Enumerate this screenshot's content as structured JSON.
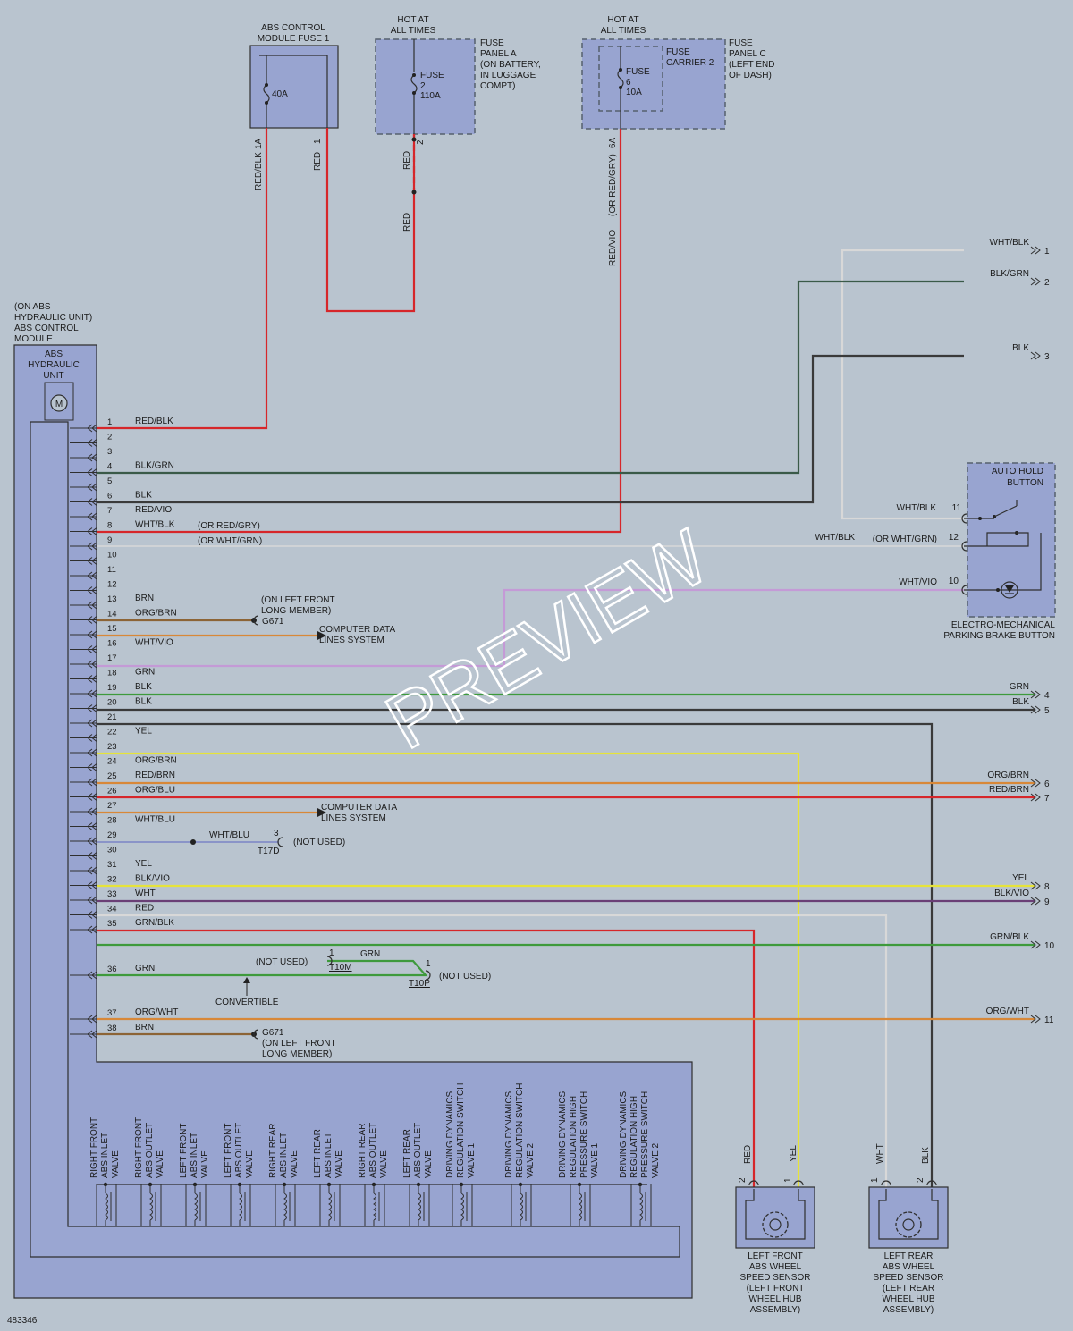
{
  "fuse_box_1": {
    "title_1": "ABS CONTROL",
    "title_2": "MODULE FUSE 1",
    "rating": "40A",
    "pin_left": "1A",
    "pin_right": "1",
    "wire_left": "RED/BLK",
    "wire_right": "RED"
  },
  "fuse_panel_a": {
    "hot_1": "HOT AT",
    "hot_2": "ALL TIMES",
    "fuse_1": "FUSE",
    "fuse_2": "2",
    "fuse_3": "110A",
    "label_1": "FUSE",
    "label_2": "PANEL A",
    "label_3": "(ON BATTERY,",
    "label_4": "IN LUGGAGE",
    "label_5": "COMPT)",
    "pin": "2",
    "wire_1": "RED",
    "wire_2": "RED"
  },
  "fuse_panel_c": {
    "hot_1": "HOT AT",
    "hot_2": "ALL TIMES",
    "carrier_1": "FUSE",
    "carrier_2": "CARRIER 2",
    "fuse_1": "FUSE",
    "fuse_2": "6",
    "fuse_3": "10A",
    "label_1": "FUSE",
    "label_2": "PANEL C",
    "label_3": "(LEFT END",
    "label_4": "OF DASH)",
    "pin": "6A",
    "wire": "RED/VIO",
    "wire_alt": "(OR RED/GRY)"
  },
  "module": {
    "label_1": "(ON ABS",
    "label_2": "HYDRAULIC UNIT)",
    "label_3": "ABS CONTROL",
    "label_4": "MODULE",
    "unit_1": "ABS",
    "unit_2": "HYDRAULIC",
    "unit_3": "UNIT",
    "motor": "M"
  },
  "pins": [
    {
      "n": "1",
      "c": "RED/BLK"
    },
    {
      "n": "2",
      "c": ""
    },
    {
      "n": "3",
      "c": ""
    },
    {
      "n": "4",
      "c": "BLK/GRN"
    },
    {
      "n": "5",
      "c": ""
    },
    {
      "n": "6",
      "c": "BLK"
    },
    {
      "n": "7",
      "c": "RED/VIO"
    },
    {
      "n": "8",
      "c": "WHT/BLK"
    },
    {
      "n": "9",
      "c": ""
    },
    {
      "n": "10",
      "c": ""
    },
    {
      "n": "11",
      "c": ""
    },
    {
      "n": "12",
      "c": ""
    },
    {
      "n": "13",
      "c": "BRN"
    },
    {
      "n": "14",
      "c": "ORG/BRN"
    },
    {
      "n": "15",
      "c": ""
    },
    {
      "n": "16",
      "c": "WHT/VIO"
    },
    {
      "n": "17",
      "c": ""
    },
    {
      "n": "18",
      "c": "GRN"
    },
    {
      "n": "19",
      "c": "BLK"
    },
    {
      "n": "20",
      "c": "BLK"
    },
    {
      "n": "21",
      "c": ""
    },
    {
      "n": "22",
      "c": "YEL"
    },
    {
      "n": "23",
      "c": ""
    },
    {
      "n": "24",
      "c": "ORG/BRN"
    },
    {
      "n": "25",
      "c": "RED/BRN"
    },
    {
      "n": "26",
      "c": "ORG/BLU"
    },
    {
      "n": "27",
      "c": ""
    },
    {
      "n": "28",
      "c": "WHT/BLU"
    },
    {
      "n": "29",
      "c": ""
    },
    {
      "n": "30",
      "c": ""
    },
    {
      "n": "31",
      "c": "YEL"
    },
    {
      "n": "32",
      "c": "BLK/VIO"
    },
    {
      "n": "33",
      "c": "WHT"
    },
    {
      "n": "34",
      "c": "RED"
    },
    {
      "n": "35",
      "c": "GRN/BLK"
    },
    {
      "n": "36",
      "c": "GRN"
    },
    {
      "n": "37",
      "c": "ORG/WHT"
    },
    {
      "n": "38",
      "c": "BRN"
    }
  ],
  "wire_colors": {
    "red": "#d6262a",
    "green": "#3e9a3c",
    "black": "#3a3a3a",
    "white": "#d8d8d8",
    "yellow": "#e6e33a",
    "orange": "#d88838",
    "brown": "#8c6436",
    "violet": "#c49ad6",
    "blkgrn": "#3a5a48",
    "blkvio": "#6a3f76"
  },
  "notes": {
    "p7_alt": "(OR RED/GRY)",
    "p8_alt": "(OR WHT/GRN)",
    "g671_a_1": "(ON LEFT FRONT",
    "g671_a_2": "LONG MEMBER)",
    "g671_a_3": "G671",
    "cds_1": "COMPUTER DATA",
    "cds_2": "LINES SYSTEM",
    "cds2_1": "COMPUTER DATA",
    "cds2_2": "LINES SYSTEM",
    "t17d_wire": "WHT/BLU",
    "t17d_pin": "3",
    "t17d": "T17D",
    "not_used_1": "(NOT USED)",
    "not_used_2": "(NOT USED)",
    "t10m_pin": "1",
    "t10m": "T10M",
    "t10m_wire": "GRN",
    "t10p_pin": "1",
    "t10p": "T10P",
    "not_used_3": "(NOT USED)",
    "convertible": "CONVERTIBLE",
    "g671_b_1": "G671",
    "g671_b_2": "(ON LEFT FRONT",
    "g671_b_3": "LONG MEMBER)"
  },
  "right_terminals": [
    {
      "n": "1",
      "c": "WHT/BLK"
    },
    {
      "n": "2",
      "c": "BLK/GRN"
    },
    {
      "n": "3",
      "c": "BLK"
    },
    {
      "n": "4",
      "c": "GRN"
    },
    {
      "n": "5",
      "c": "BLK"
    },
    {
      "n": "6",
      "c": "ORG/BRN"
    },
    {
      "n": "7",
      "c": "RED/BRN"
    },
    {
      "n": "8",
      "c": "YEL"
    },
    {
      "n": "9",
      "c": "BLK/VIO"
    },
    {
      "n": "10",
      "c": "GRN/BLK"
    },
    {
      "n": "11",
      "c": "ORG/WHT"
    }
  ],
  "auto_hold": {
    "title_1": "AUTO HOLD",
    "title_2": "BUTTON",
    "p11": "11",
    "w11": "WHT/BLK",
    "p12": "12",
    "w12": "WHT/BLK",
    "w12_alt": "(OR WHT/GRN)",
    "p10": "10",
    "w10": "WHT/VIO",
    "label_1": "ELECTRO-MECHANICAL",
    "label_2": "PARKING BRAKE BUTTON"
  },
  "valves": [
    [
      "RIGHT FRONT",
      "ABS INLET",
      "VALVE"
    ],
    [
      "RIGHT FRONT",
      "ABS OUTLET",
      "VALVE"
    ],
    [
      "LEFT FRONT",
      "ABS INLET",
      "VALVE"
    ],
    [
      "LEFT FRONT",
      "ABS OUTLET",
      "VALVE"
    ],
    [
      "RIGHT REAR",
      "ABS INLET",
      "VALVE"
    ],
    [
      "LEFT REAR",
      "ABS INLET",
      "VALVE"
    ],
    [
      "RIGHT REAR",
      "ABS OUTLET",
      "VALVE"
    ],
    [
      "LEFT REAR",
      "ABS OUTLET",
      "VALVE"
    ],
    [
      "DRIVING DYNAMICS",
      "REGULATION SWITCH",
      "VALVE 1"
    ],
    [
      "DRIVING DYNAMICS",
      "REGULATION SWITCH",
      "VALVE 2"
    ],
    [
      "DRIVING DYNAMICS",
      "REGULATION HIGH",
      "PRESSURE SWITCH",
      "VALVE 1"
    ],
    [
      "DRIVING DYNAMICS",
      "REGULATION HIGH",
      "PRESSURE SWITCH",
      "VALVE 2"
    ]
  ],
  "sensor_lf": {
    "w_red": "RED",
    "w_yel": "YEL",
    "p2": "2",
    "p1": "1",
    "l1": "LEFT FRONT",
    "l2": "ABS WHEEL",
    "l3": "SPEED SENSOR",
    "l4": "(LEFT FRONT",
    "l5": "WHEEL HUB",
    "l6": "ASSEMBLY)"
  },
  "sensor_lr": {
    "w_wht": "WHT",
    "w_blk": "BLK",
    "p1": "1",
    "p2": "2",
    "l1": "LEFT REAR",
    "l2": "ABS WHEEL",
    "l3": "SPEED SENSOR",
    "l4": "(LEFT REAR",
    "l5": "WHEEL HUB",
    "l6": "ASSEMBLY)"
  },
  "footer_code": "483346",
  "watermark": "PREVIEW"
}
